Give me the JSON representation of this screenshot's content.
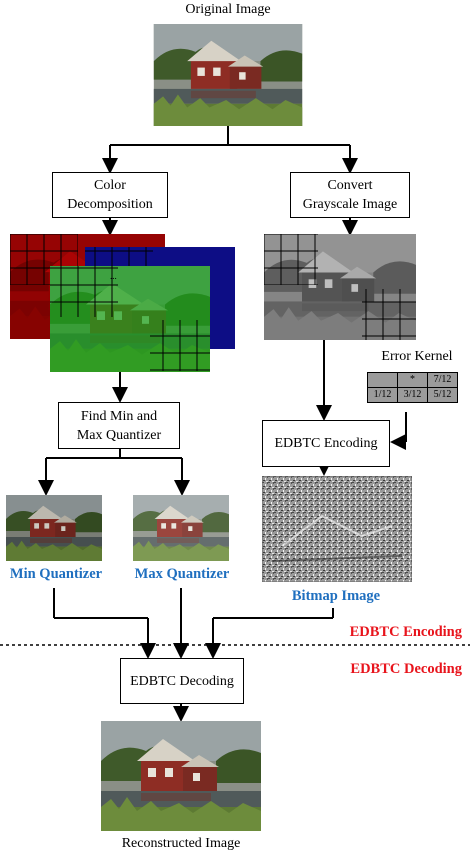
{
  "labels": {
    "original": "Original Image",
    "color_decomp_1": "Color",
    "color_decomp_2": "Decomposition",
    "convert_1": "Convert",
    "convert_2": "Grayscale Image",
    "find_1": "Find Min and",
    "find_2": "Max Quantizer",
    "error_kernel": "Error Kernel",
    "edbtc_encoding_box": "EDBTC Encoding",
    "min_quantizer": "Min Quantizer",
    "max_quantizer": "Max Quantizer",
    "bitmap_image": "Bitmap Image",
    "edbtc_encoding_side": "EDBTC Encoding",
    "edbtc_decoding_side": "EDBTC Decoding",
    "edbtc_decoding_box": "EDBTC Decoding",
    "reconstructed": "Reconstructed Image"
  },
  "kernel": {
    "row1": [
      "",
      "*",
      "7/12"
    ],
    "row2": [
      "1/12",
      "3/12",
      "5/12"
    ]
  },
  "colors": {
    "quantizer_label": "#1f6fbf",
    "stage_label": "#e8141c",
    "kernel_fill": "#9b9b9b"
  }
}
